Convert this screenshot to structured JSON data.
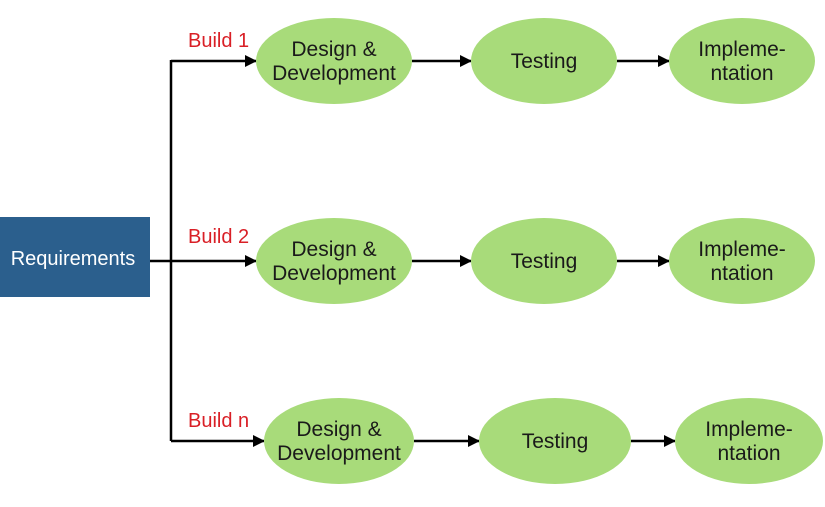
{
  "requirements": {
    "label": "Requirements",
    "fill": "#2b5f8d",
    "text_color": "#ffffff"
  },
  "colors": {
    "stage_fill": "#a8db7a",
    "build_label": "#d91f26",
    "connector": "#000000"
  },
  "builds": [
    {
      "label": "Build 1",
      "stages": [
        {
          "lines": [
            "Design &",
            "Development"
          ]
        },
        {
          "lines": [
            "Testing"
          ]
        },
        {
          "lines": [
            "Impleme-",
            "ntation"
          ]
        }
      ]
    },
    {
      "label": "Build 2",
      "stages": [
        {
          "lines": [
            "Design &",
            "Development"
          ]
        },
        {
          "lines": [
            "Testing"
          ]
        },
        {
          "lines": [
            "Impleme-",
            "ntation"
          ]
        }
      ]
    },
    {
      "label": "Build n",
      "stages": [
        {
          "lines": [
            "Design &",
            "Development"
          ]
        },
        {
          "lines": [
            "Testing"
          ]
        },
        {
          "lines": [
            "Impleme-",
            "ntation"
          ]
        }
      ]
    }
  ]
}
